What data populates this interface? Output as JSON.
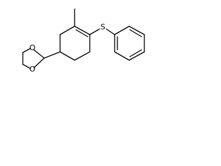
{
  "molecule": {
    "atoms": {
      "oxygen_top": "O",
      "oxygen_bottom": "O",
      "sulfur": "S"
    },
    "colors": {
      "bond": "#000000",
      "label": "#000000",
      "background": "#ffffff"
    }
  }
}
